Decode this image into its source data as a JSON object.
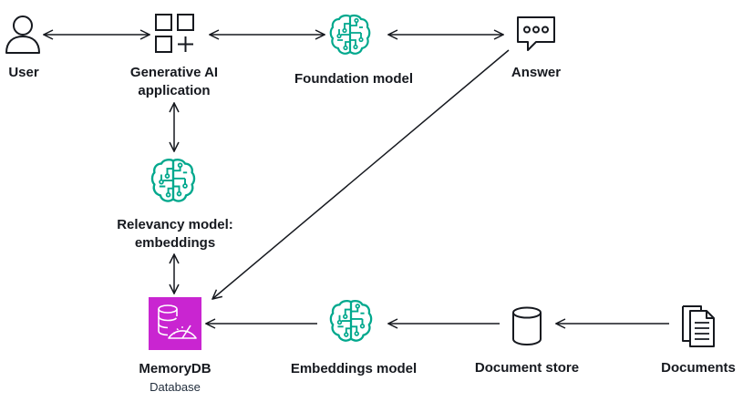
{
  "nodes": {
    "user": {
      "label": "User",
      "icon": "user-icon"
    },
    "genai_app": {
      "label_line1": "Generative AI",
      "label_line2": "application",
      "icon": "apps-grid-icon"
    },
    "foundation_model": {
      "label": "Foundation model",
      "icon": "brain-circuit-icon"
    },
    "answer": {
      "label": "Answer",
      "icon": "chat-bubble-icon"
    },
    "relevancy_model": {
      "label_line1": "Relevancy model:",
      "label_line2": "embeddings",
      "icon": "brain-circuit-icon"
    },
    "memorydb": {
      "label": "MemoryDB",
      "sublabel": "Database",
      "icon": "memorydb-icon"
    },
    "embeddings_model": {
      "label": "Embeddings model",
      "icon": "brain-circuit-icon"
    },
    "document_store": {
      "label": "Document store",
      "icon": "database-cylinder-icon"
    },
    "documents": {
      "label": "Documents",
      "icon": "documents-icon"
    }
  },
  "colors": {
    "model_teal": "#01a88d",
    "memorydb_purple": "#c925d1",
    "line": "#16191f"
  }
}
